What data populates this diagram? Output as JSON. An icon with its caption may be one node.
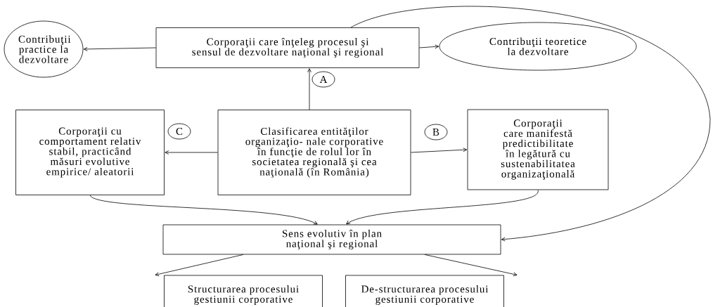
{
  "diagram": {
    "nodes": [
      {
        "text": [
          "Contribuţii practice la dezvoltare"
        ]
      },
      {
        "text": [
          "Corporaţii care înţeleg procesul şi sensul de dezvoltare naţional şi regional"
        ]
      },
      {
        "text": [
          "Contribuţii teoretice la dezvoltare"
        ]
      },
      {
        "text": [
          "Corporaţii cu comportament relativ stabil, practicând măsuri evolutive empirice/ aleatorii"
        ]
      },
      {
        "text": [
          "Clasificarea entităţilor organizaţio- nale corporative în funcţie de rolul lor în societatea regională şi cea naţională (în România)"
        ]
      },
      {
        "text": [
          "Corporaţii care manifestă predictibilitate în legătură cu sustenabilitatea organizaţională"
        ]
      },
      {
        "text": [
          "Sens evolutiv în plan naţional şi regional"
        ]
      },
      {
        "text": [
          "Structurarea procesului gestiunii corporative"
        ]
      },
      {
        "text": [
          "De-structurarea procesului gestiunii corporative"
        ]
      }
    ],
    "edges": [
      {
        "from": 1,
        "to": 0,
        "arrow": "to"
      },
      {
        "from": 1,
        "to": 2,
        "arrow": "to"
      },
      {
        "from": 4,
        "to": 1,
        "arrow": "to",
        "label": "A"
      },
      {
        "from": 4,
        "to": 3,
        "arrow": "to",
        "label": "C"
      },
      {
        "from": 4,
        "to": 5,
        "arrow": "to",
        "label": "B"
      },
      {
        "from": 3,
        "to": 6,
        "arrow": "to"
      },
      {
        "from": 5,
        "to": 6,
        "arrow": "to"
      },
      {
        "from": 1,
        "to": 6,
        "arrow": "to"
      },
      {
        "from": 6,
        "to": 7,
        "arrow": "to"
      },
      {
        "from": 6,
        "to": 8,
        "arrow": "to"
      }
    ]
  }
}
